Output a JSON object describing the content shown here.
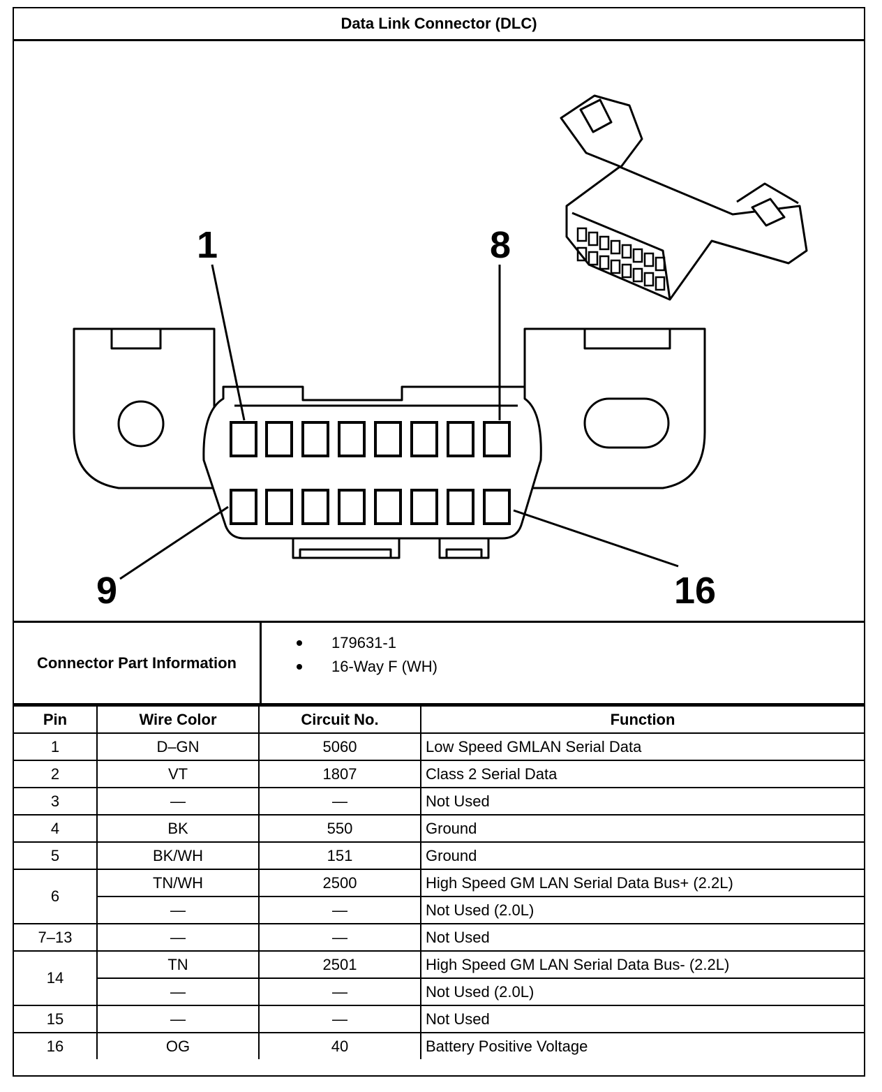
{
  "title": "Data Link Connector (DLC)",
  "diagram": {
    "callouts": [
      "1",
      "8",
      "9",
      "16"
    ]
  },
  "connector_info": {
    "label": "Connector Part Information",
    "items": [
      "179631-1",
      "16-Way F (WH)"
    ]
  },
  "table": {
    "headers": [
      "Pin",
      "Wire Color",
      "Circuit No.",
      "Function"
    ],
    "rows": [
      {
        "pin": "1",
        "color": "D–GN",
        "circuit": "5060",
        "function": "Low Speed GMLAN Serial Data"
      },
      {
        "pin": "2",
        "color": "VT",
        "circuit": "1807",
        "function": "Class 2 Serial Data"
      },
      {
        "pin": "3",
        "color": "—",
        "circuit": "—",
        "function": "Not Used"
      },
      {
        "pin": "4",
        "color": "BK",
        "circuit": "550",
        "function": "Ground"
      },
      {
        "pin": "5",
        "color": "BK/WH",
        "circuit": "151",
        "function": "Ground"
      },
      {
        "pin": "6",
        "color": "TN/WH",
        "circuit": "2500",
        "function": "High Speed GM LAN Serial Data Bus+ (2.2L)"
      },
      {
        "pin": "",
        "color": "—",
        "circuit": "—",
        "function": "Not Used (2.0L)"
      },
      {
        "pin": "7–13",
        "color": "—",
        "circuit": "—",
        "function": "Not Used"
      },
      {
        "pin": "14",
        "color": "TN",
        "circuit": "2501",
        "function": "High Speed GM LAN Serial Data Bus- (2.2L)"
      },
      {
        "pin": "",
        "color": "—",
        "circuit": "—",
        "function": "Not Used (2.0L)"
      },
      {
        "pin": "15",
        "color": "—",
        "circuit": "—",
        "function": "Not Used"
      },
      {
        "pin": "16",
        "color": "OG",
        "circuit": "40",
        "function": "Battery Positive Voltage"
      }
    ]
  }
}
